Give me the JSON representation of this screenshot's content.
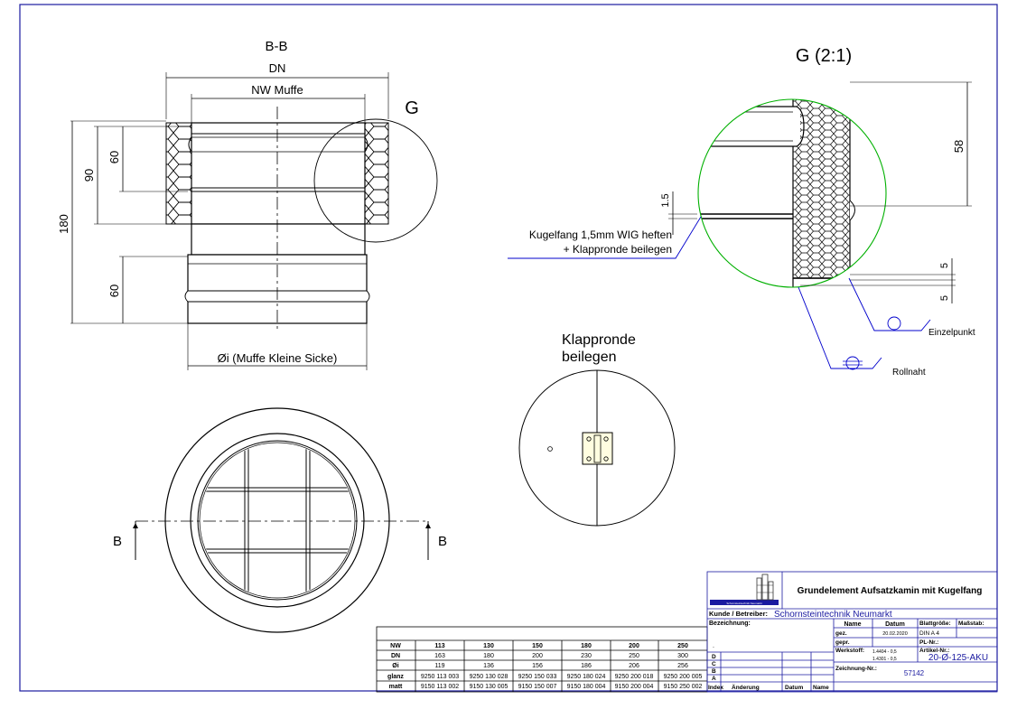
{
  "section": {
    "title": "B-B",
    "dn_label": "DN",
    "nw_label": "NW Muffe",
    "detail_ref": "G",
    "dim_60_top": "60",
    "dim_90": "90",
    "dim_180": "180",
    "dim_60_bottom": "60",
    "oi_label": "Øi (Muffe Kleine Sicke)"
  },
  "detail": {
    "title": "G (2:1)",
    "dim_58": "58",
    "dim_15": "1.5",
    "dim_5a": "5",
    "dim_5b": "5",
    "note_line1": "Kugelfang 1,5mm WIG heften",
    "note_line2": "+ Klappronde beilegen",
    "weld_single": "Einzelpunkt",
    "weld_seam": "Rollnaht"
  },
  "plan": {
    "section_left": "B",
    "section_right": "B"
  },
  "klappronde": {
    "line1": "Klappronde",
    "line2": "beilegen"
  },
  "table": {
    "rows": [
      {
        "label": "NW",
        "values": [
          "113",
          "130",
          "150",
          "180",
          "200",
          "250"
        ]
      },
      {
        "label": "DN",
        "values": [
          "163",
          "180",
          "200",
          "230",
          "250",
          "300"
        ]
      },
      {
        "label": "Øi",
        "values": [
          "119",
          "136",
          "156",
          "186",
          "206",
          "256"
        ]
      },
      {
        "label": "glanz",
        "values": [
          "9250 113 003",
          "9250 130 028",
          "9250 150 033",
          "9250 180 024",
          "9250 200 018",
          "9250 200 005"
        ]
      },
      {
        "label": "matt",
        "values": [
          "9150 113 002",
          "9150 130 005",
          "9150 150 007",
          "9150 180 004",
          "9150 200 004",
          "9150 250 002"
        ]
      }
    ],
    "dot": "."
  },
  "titleblock": {
    "title": "Grundelement Aufsatzkamin mit Kugelfang",
    "customer_label": "Kunde / Betreiber:",
    "customer_value": "Schornsteintechnik Neumarkt",
    "designation_label": "Bezeichnung:",
    "name_header": "Name",
    "date_header": "Datum",
    "sheet_size_label": "Blattgröße:",
    "scale_label": "Maßstab:",
    "drawn_label": "gez.",
    "drawn_date": "20.02.2020",
    "sheet_size_value": "DIN A 4",
    "checked_label": "gepr.",
    "pl_label": "PL-Nr.:",
    "material_label": "Werkstoff:",
    "material_1": "1.4404 - 0,5",
    "material_2": "1.4301 - 0,5",
    "article_label": "Artikel-Nr.:",
    "article_value": "20-Ø-125-AKU",
    "drawing_label": "Zeichnung-Nr.:",
    "drawing_value": "57142",
    "rev_letters": [
      "D",
      "C",
      "B",
      "A"
    ],
    "rev_index": "Index",
    "rev_change": "Änderung",
    "rev_date": "Datum",
    "rev_name": "Name",
    "logo_caption": "Schornsteintechnik Neumarkt"
  },
  "colors": {
    "frame": "#1a1aa0",
    "line": "#000000",
    "detail_circle": "#00b000",
    "leader": "#0000cc"
  }
}
